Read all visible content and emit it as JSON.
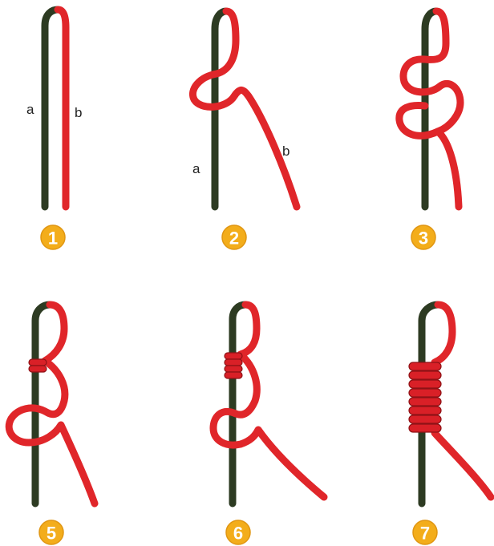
{
  "cord_colors": {
    "standing_part": "#2d3b22",
    "working_end": "#e0262a",
    "badge": "#f3ad1b"
  },
  "labels": {
    "step1_a": "a",
    "step1_b": "b",
    "step2_a": "a",
    "step2_b": "b"
  },
  "steps": [
    {
      "number": "1"
    },
    {
      "number": "2"
    },
    {
      "number": "3"
    },
    {
      "number": "5"
    },
    {
      "number": "6"
    },
    {
      "number": "7"
    }
  ]
}
